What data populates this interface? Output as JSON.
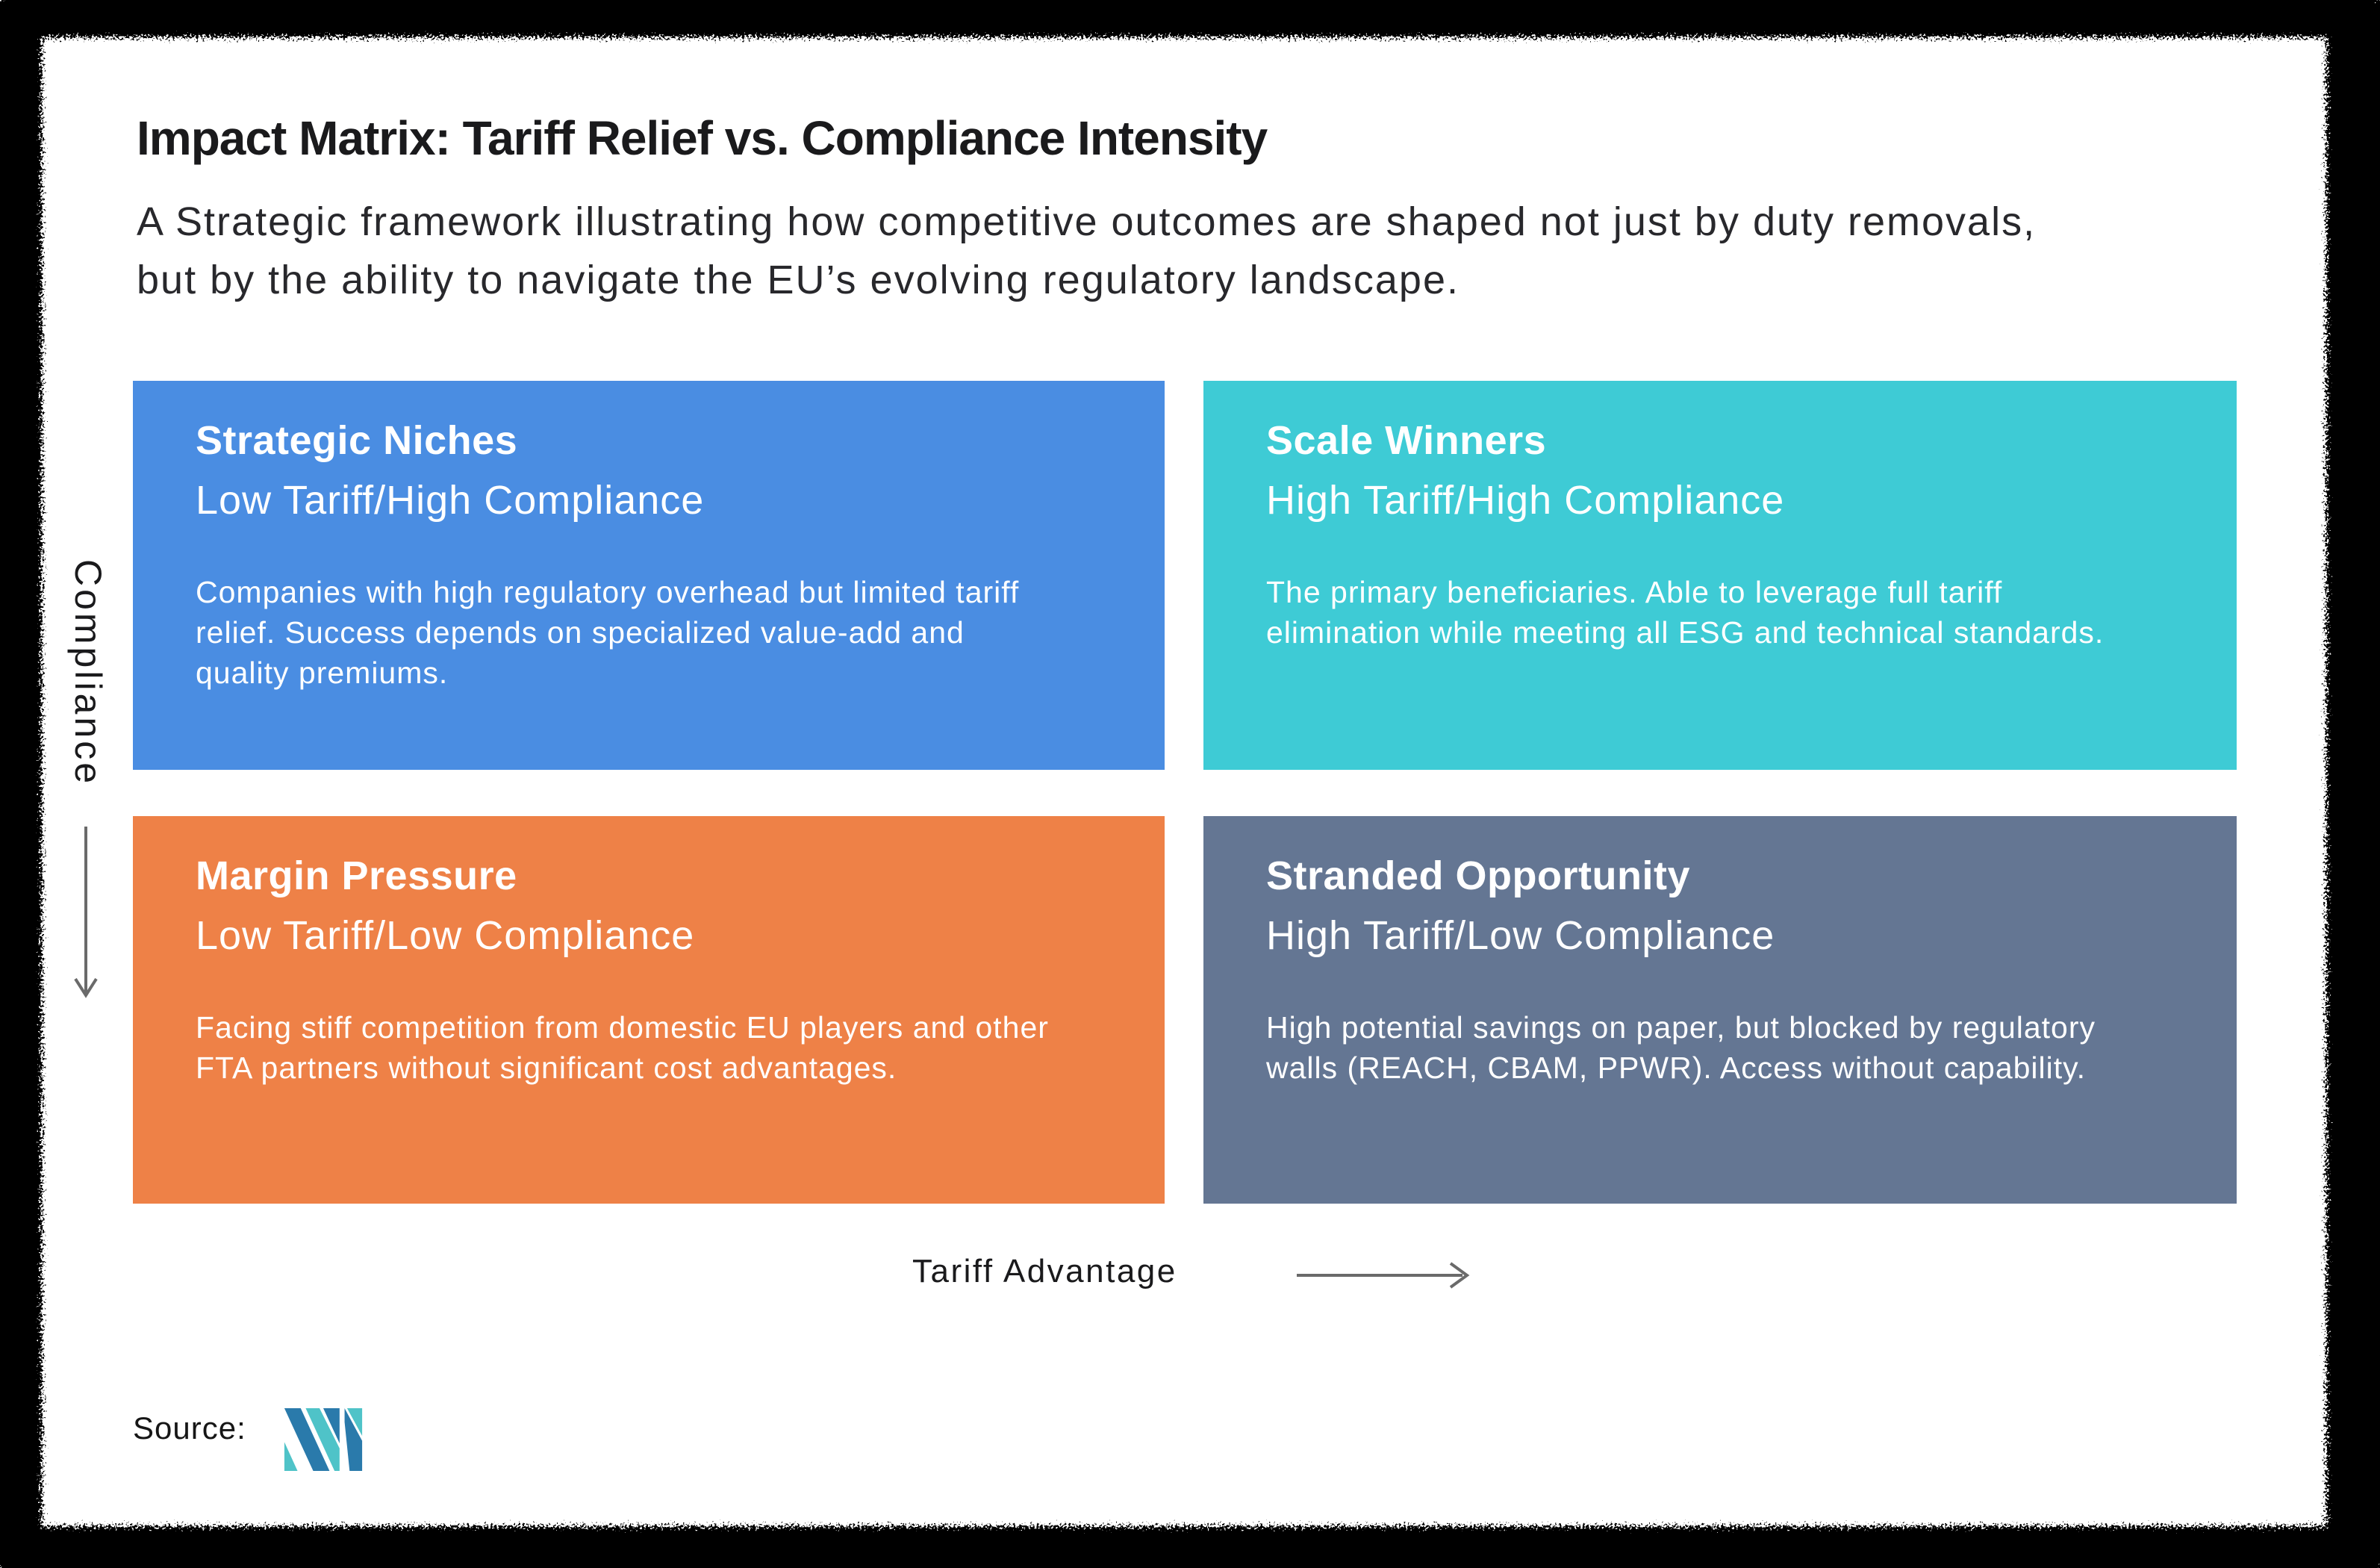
{
  "page": {
    "title": "Impact Matrix: Tariff Relief vs. Compliance Intensity",
    "subtitle_lines": [
      "A Strategic framework illustrating how competitive outcomes are shaped not just by duty removals,",
      "but by the ability to navigate the EU’s evolving regulatory landscape."
    ]
  },
  "quadrants": [
    {
      "name": "Strategic Niches",
      "label": "Low Tariff/High Compliance",
      "description_lines": [
        "Companies with high regulatory overhead but limited tariff",
        "relief. Success depends on specialized value-add and",
        "quality premiums."
      ],
      "color": "#4A8DE2"
    },
    {
      "name": "Scale Winners",
      "label": "High Tariff/High Compliance",
      "description_lines": [
        "The primary beneficiaries. Able to leverage full tariff",
        "elimination while meeting all ESG and technical standards."
      ],
      "color": "#3ECBD5"
    },
    {
      "name": "Margin Pressure",
      "label": "Low Tariff/Low Compliance",
      "description_lines": [
        "Facing stiff competition from domestic EU players and other",
        "FTA partners without significant cost advantages."
      ],
      "color": "#EE8147"
    },
    {
      "name": "Stranded Opportunity",
      "label": "High Tariff/Low Compliance",
      "description_lines": [
        "High potential savings on paper, but blocked by regulatory",
        "walls (REACH, CBAM, PPWR). Access without capability."
      ],
      "color": "#647693"
    }
  ],
  "axes": {
    "y_label": "Compliance",
    "x_label": "Tariff Advantage",
    "arrow_color": "#6A6A6A"
  },
  "source": {
    "label": "Source:",
    "logo": "mordor-intelligence-logo",
    "logo_dark": "#2A7AAB",
    "logo_teal": "#4FC3C8"
  },
  "frame_color": "#000000"
}
